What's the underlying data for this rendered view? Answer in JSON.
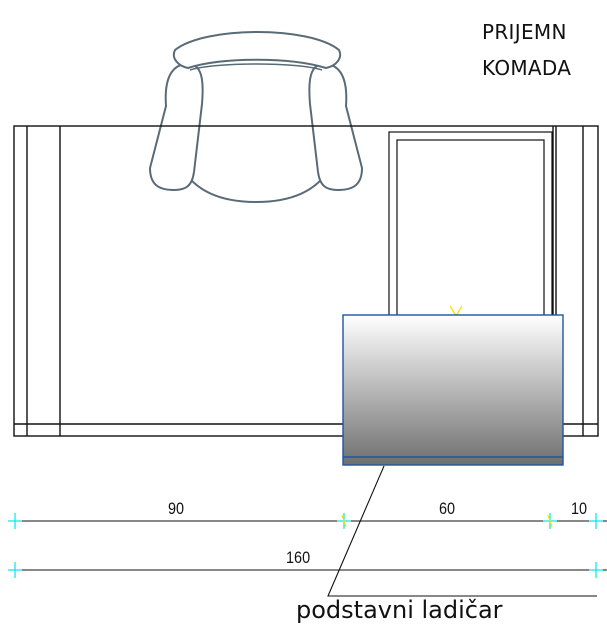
{
  "title": {
    "line1": "PRIJEMN",
    "line2": "KOMADA"
  },
  "dimensions": {
    "row1": [
      "90",
      "60",
      "10"
    ],
    "row2": [
      "160"
    ]
  },
  "callout": "podstavni ladičar",
  "colors": {
    "line": "#111111",
    "chair": "#5a6b78",
    "dim_tick": "#00e5e5",
    "marker": "#ffe100",
    "drawer_top": "#ffffff",
    "drawer_bottom": "#6f6f6f",
    "drawer_edge": "#1e56a0"
  }
}
